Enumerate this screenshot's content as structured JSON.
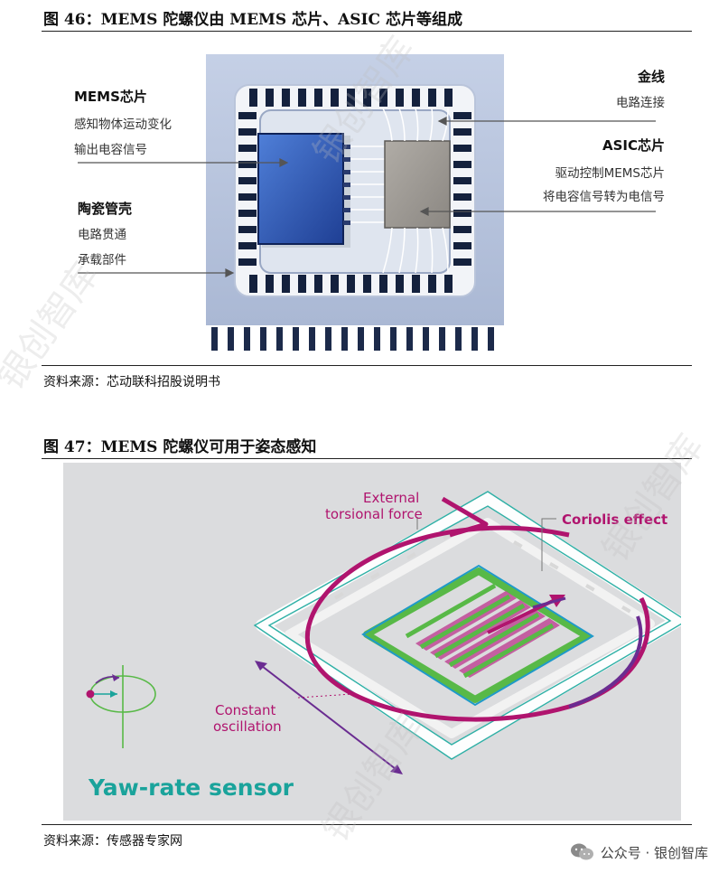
{
  "figure46": {
    "title": "图 46：MEMS 陀螺仪由 MEMS 芯片、ASIC 芯片等组成",
    "source": "资料来源：芯动联科招股说明书",
    "annotations": {
      "mems_chip": {
        "heading": "MEMS芯片",
        "line1": "感知物体运动变化",
        "line2": "输出电容信号"
      },
      "ceramic_shell": {
        "heading": "陶瓷管壳",
        "line1": "电路贯通",
        "line2": "承载部件"
      },
      "gold_wire": {
        "heading": "金线",
        "line1": "电路连接"
      },
      "asic_chip": {
        "heading": "ASIC芯片",
        "line1": "驱动控制MEMS芯片",
        "line2": "将电容信号转为电信号"
      }
    }
  },
  "figure47": {
    "title": "图 47：MEMS 陀螺仪可用于姿态感知",
    "source": "资料来源：传感器专家网",
    "labels": {
      "external_line1": "External",
      "external_line2": "torsional force",
      "coriolis": "Coriolis effect",
      "constant_line1": "Constant",
      "constant_line2": "oscillation",
      "sensor_name": "Yaw-rate sensor"
    }
  },
  "watermark": "银创智库",
  "footer": {
    "wechat_label": "公众号 · 银创智库"
  },
  "colors": {
    "magenta": "#b0146e",
    "purple": "#6a2c91",
    "green": "#58b947",
    "teal": "#1aa39b",
    "pink": "#d0489a"
  }
}
